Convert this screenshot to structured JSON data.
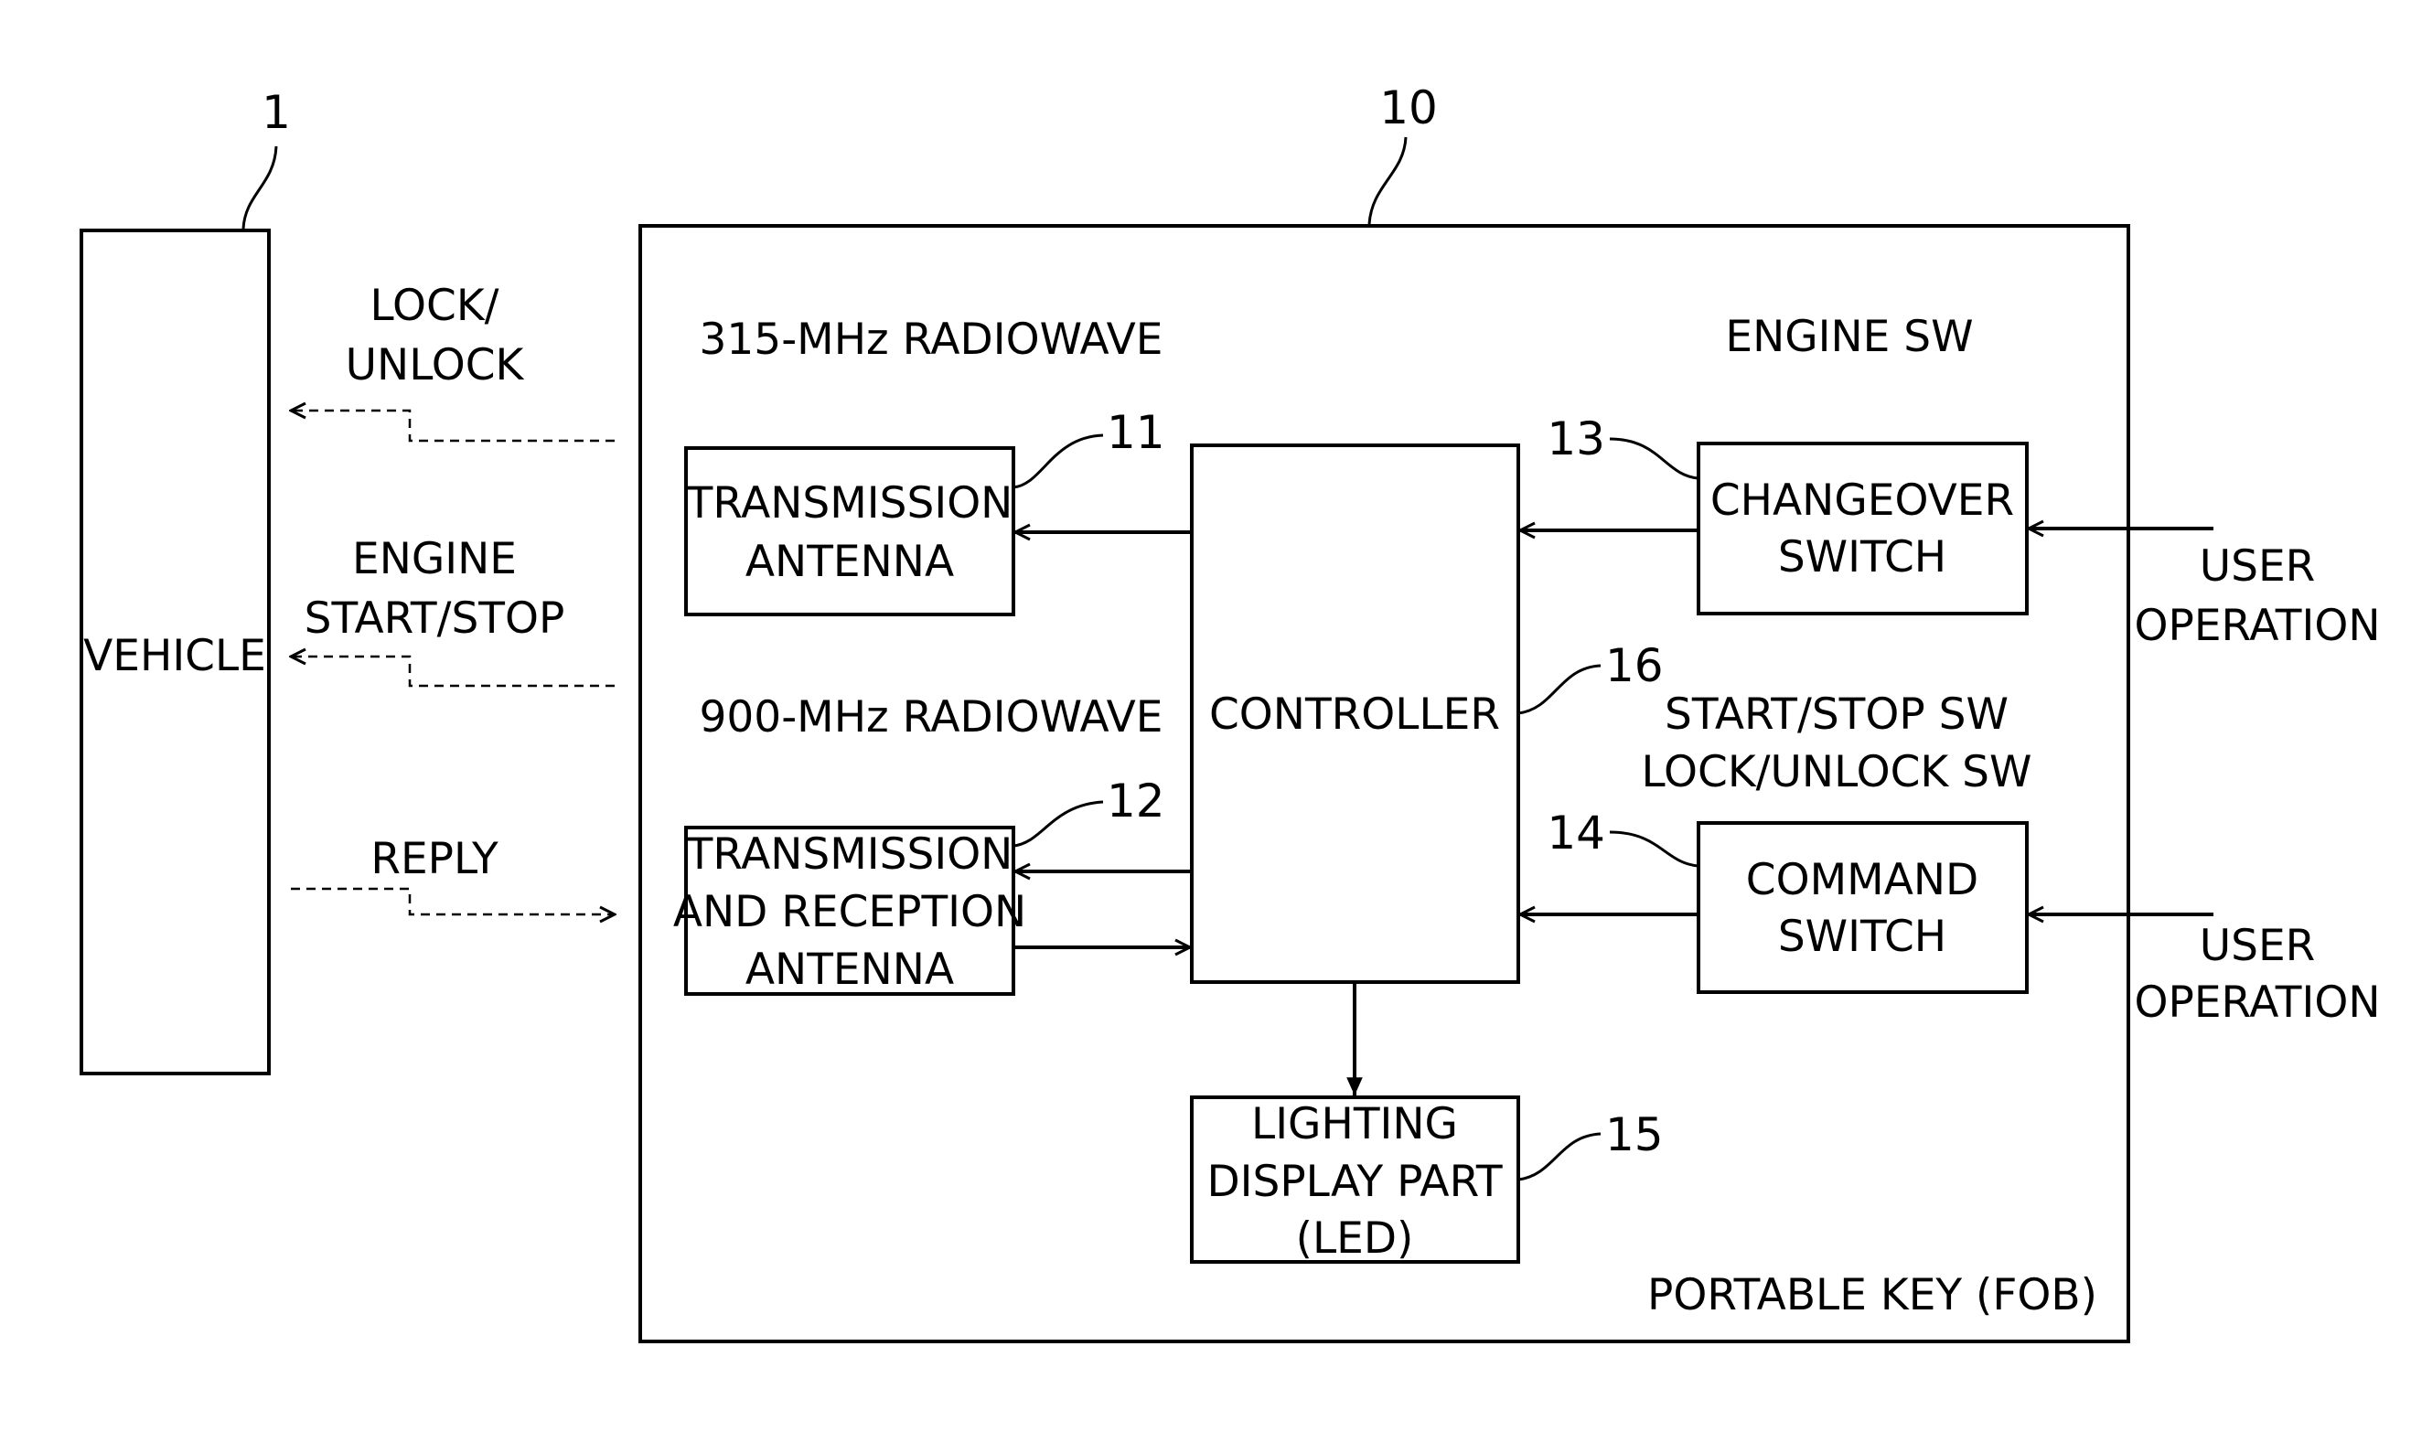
{
  "vehicle": {
    "ref": "1",
    "label": "VEHICLE"
  },
  "portable_key": {
    "ref": "10",
    "label": "PORTABLE KEY (FOB)"
  },
  "signals": {
    "lock_unlock": [
      "LOCK/",
      "UNLOCK"
    ],
    "engine_start_stop": [
      "ENGINE",
      "START/STOP"
    ],
    "reply": "REPLY"
  },
  "sections": {
    "radiowave_315": "315-MHz RADIOWAVE",
    "radiowave_900": "900-MHz RADIOWAVE",
    "engine_sw": "ENGINE SW",
    "start_stop_sw": "START/STOP SW",
    "lock_unlock_sw": "LOCK/UNLOCK SW"
  },
  "blocks": {
    "transmission_antenna": {
      "ref": "11",
      "lines": [
        "TRANSMISSION",
        "ANTENNA"
      ]
    },
    "trx_antenna": {
      "ref": "12",
      "lines": [
        "TRANSMISSION",
        "AND RECEPTION",
        "ANTENNA"
      ]
    },
    "changeover_switch": {
      "ref": "13",
      "lines": [
        "CHANGEOVER",
        "SWITCH"
      ]
    },
    "command_switch": {
      "ref": "14",
      "lines": [
        "COMMAND",
        "SWITCH"
      ]
    },
    "lighting_display": {
      "ref": "15",
      "lines": [
        "LIGHTING",
        "DISPLAY PART",
        "(LED)"
      ]
    },
    "controller": {
      "ref": "16",
      "label": "CONTROLLER"
    }
  },
  "user_operation": {
    "top": [
      "USER",
      "OPERATION"
    ],
    "bottom": [
      "USER",
      "OPERATION"
    ]
  }
}
